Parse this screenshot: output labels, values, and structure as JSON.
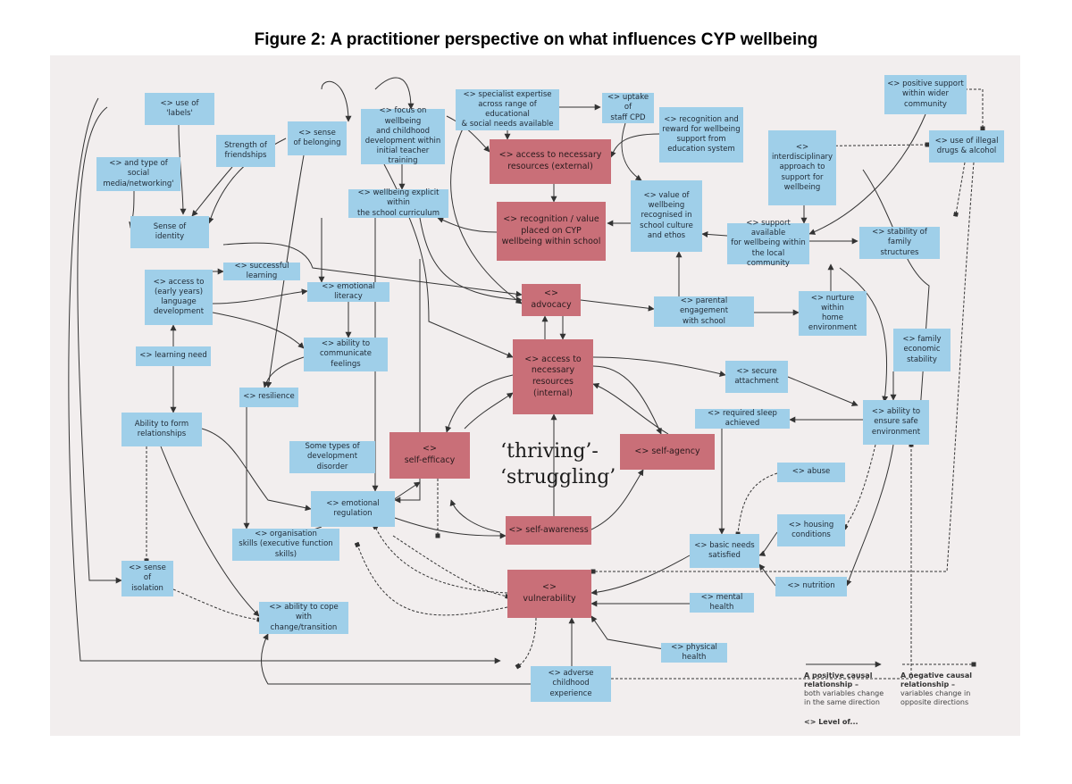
{
  "title": "Figure 2: A practitioner perspective on what influences CYP wellbeing",
  "center_text": "‘thriving’-\n‘struggling’",
  "nodes": [
    {
      "id": "use-of-labels",
      "label": "<> use of\n'labels'",
      "kind": "blue"
    },
    {
      "id": "sense-of-belonging",
      "label": "<> sense\nof belonging",
      "kind": "blue"
    },
    {
      "id": "strength-of-friendships",
      "label": "Strength of\nfriendships",
      "kind": "blue"
    },
    {
      "id": "social-media",
      "label": "<> and type of social\nmedia/networking'",
      "kind": "blue"
    },
    {
      "id": "sense-of-identity",
      "label": "Sense of\nidentity",
      "kind": "blue"
    },
    {
      "id": "focus-on-wellbeing",
      "label": "<> focus on wellbeing\nand childhood\ndevelopment within\ninitial teacher training",
      "kind": "blue"
    },
    {
      "id": "specialist-expertise",
      "label": "<> specialist expertise\nacross range of educational\n& social needs available",
      "kind": "blue"
    },
    {
      "id": "uptake-of-staff-cpd",
      "label": "<> uptake of\nstaff CPD",
      "kind": "blue"
    },
    {
      "id": "recognition-and-reward",
      "label": "<> recognition and\nreward for wellbeing\nsupport from\neducation system",
      "kind": "blue"
    },
    {
      "id": "positive-support-wider-community",
      "label": "<> positive support\nwithin wider\ncommunity",
      "kind": "blue"
    },
    {
      "id": "use-of-illegal-drugs",
      "label": "<> use of illegal\ndrugs & alcohol",
      "kind": "blue"
    },
    {
      "id": "interdisciplinary-approach",
      "label": "<>\ninterdisciplinary\napproach to\nsupport for\nwellbeing",
      "kind": "blue"
    },
    {
      "id": "access-resources-external",
      "label": "<> access to necessary\nresources (external)",
      "kind": "red"
    },
    {
      "id": "wellbeing-explicit-curriculum",
      "label": "<> wellbeing explicit within\nthe school curriculum",
      "kind": "blue"
    },
    {
      "id": "recognition-value-cyp-wellbeing",
      "label": "<> recognition / value\nplaced on CYP\nwellbeing within school",
      "kind": "red"
    },
    {
      "id": "value-of-wellbeing-school-culture",
      "label": "<> value of\nwellbeing\nrecognised in\nschool culture\nand ethos",
      "kind": "blue"
    },
    {
      "id": "support-available-local-community",
      "label": "<> support available\nfor wellbeing within\nthe local community",
      "kind": "blue"
    },
    {
      "id": "stability-of-family-structures",
      "label": "<> stability of family\nstructures",
      "kind": "blue"
    },
    {
      "id": "successful-learning",
      "label": "<> successful learning",
      "kind": "blue"
    },
    {
      "id": "access-early-years-language",
      "label": "<> access to\n(early years)\nlanguage\ndevelopment",
      "kind": "blue"
    },
    {
      "id": "emotional-literacy",
      "label": "<> emotional literacy",
      "kind": "blue"
    },
    {
      "id": "advocacy",
      "label": "<> advocacy",
      "kind": "red"
    },
    {
      "id": "parental-engagement",
      "label": "<> parental engagement\nwith school",
      "kind": "blue"
    },
    {
      "id": "nurture-home-environment",
      "label": "<> nurture within\nhome\nenvironment",
      "kind": "blue"
    },
    {
      "id": "learning-need",
      "label": "<> learning need",
      "kind": "blue"
    },
    {
      "id": "ability-communicate-feelings",
      "label": "<> ability to\ncommunicate feelings",
      "kind": "blue"
    },
    {
      "id": "access-resources-internal",
      "label": "<> access to\nnecessary\nresources\n(internal)",
      "kind": "red"
    },
    {
      "id": "family-economic-stability",
      "label": "<> family\neconomic\nstability",
      "kind": "blue"
    },
    {
      "id": "resilience",
      "label": "<> resilience",
      "kind": "blue"
    },
    {
      "id": "secure-attachment",
      "label": "<> secure\nattachment",
      "kind": "blue"
    },
    {
      "id": "ability-form-relationships",
      "label": "Ability to form\nrelationships",
      "kind": "blue"
    },
    {
      "id": "required-sleep-achieved",
      "label": "<> required sleep achieved",
      "kind": "blue"
    },
    {
      "id": "ability-ensure-safe-environment",
      "label": "<> ability to\nensure safe\nenvironment",
      "kind": "blue"
    },
    {
      "id": "development-disorder",
      "label": "Some types of\ndevelopment disorder",
      "kind": "blue"
    },
    {
      "id": "self-efficacy",
      "label": "<>\nself-efficacy",
      "kind": "red"
    },
    {
      "id": "self-agency",
      "label": "<> self-agency",
      "kind": "red"
    },
    {
      "id": "abuse",
      "label": "<> abuse",
      "kind": "blue"
    },
    {
      "id": "emotional-regulation",
      "label": "<> emotional\nregulation",
      "kind": "blue"
    },
    {
      "id": "housing-conditions",
      "label": "<> housing\nconditions",
      "kind": "blue"
    },
    {
      "id": "self-awareness",
      "label": "<> self-awareness",
      "kind": "red"
    },
    {
      "id": "organisation-skills",
      "label": "<> organisation\nskills (executive function skills)",
      "kind": "blue"
    },
    {
      "id": "basic-needs-satisfied",
      "label": "<> basic needs\nsatisfied",
      "kind": "blue"
    },
    {
      "id": "sense-of-isolation",
      "label": "<> sense of\nisolation",
      "kind": "blue"
    },
    {
      "id": "vulnerability",
      "label": "<>\nvulnerability",
      "kind": "red"
    },
    {
      "id": "nutrition",
      "label": "<> nutrition",
      "kind": "blue"
    },
    {
      "id": "mental-health",
      "label": "<> mental health",
      "kind": "blue"
    },
    {
      "id": "ability-cope-change",
      "label": "<> ability to cope with\nchange/transition",
      "kind": "blue"
    },
    {
      "id": "physical-health",
      "label": "<> physical health",
      "kind": "blue"
    },
    {
      "id": "adverse-childhood-experience",
      "label": "<> adverse childhood\nexperience",
      "kind": "blue"
    }
  ],
  "legend": {
    "positive_title": "A positive causal\nrelationship –",
    "positive_desc": "both variables change\nin the same direction",
    "negative_title": "A negative causal\nrelationship –",
    "negative_desc": "variables change in\nopposite directions",
    "level_of": "<> Level of..."
  },
  "colors": {
    "canvas_bg": "#f2eeee",
    "node_blue": "#9fcfe9",
    "node_red": "#c96f78",
    "link": "#333333"
  }
}
